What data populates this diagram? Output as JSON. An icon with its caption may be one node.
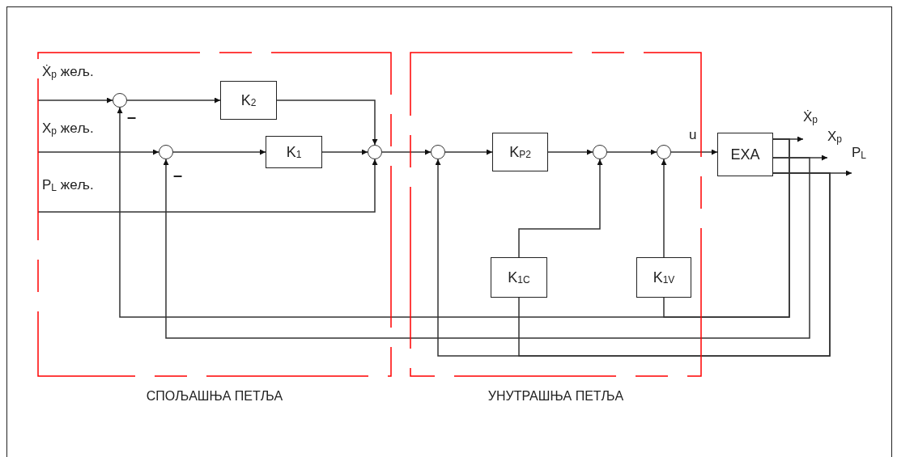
{
  "diagram": {
    "nodes": [
      {
        "text": [
          "СПОЉАШЊА ПЕТЉА"
        ]
      },
      {
        "text": [
          "УНУТРАШЊА ПЕТЉА"
        ]
      },
      {
        "text": [],
        "shape": "circle",
        "in": 0
      },
      {
        "text": [
          "K$_{2}$"
        ],
        "in": 0
      },
      {
        "text": [],
        "shape": "circle",
        "in": 0
      },
      {
        "text": [
          "K$_{1}$"
        ],
        "in": 0
      },
      {
        "text": [],
        "shape": "circle",
        "in": 0
      },
      {
        "text": [],
        "shape": "circle",
        "in": 1
      },
      {
        "text": [
          "K$_{P2}$"
        ],
        "in": 1
      },
      {
        "text": [],
        "shape": "circle",
        "in": 1
      },
      {
        "text": [],
        "shape": "circle",
        "in": 1
      },
      {
        "text": [
          "K$_{1C}$"
        ],
        "in": 1
      },
      {
        "text": [
          "K$_{1V}$"
        ],
        "in": 1
      },
      {
        "text": [
          "EXA"
        ]
      },
      {
        "text": [
          "Ẋ$_{p}$"
        ]
      },
      {
        "text": [
          "X$_{p}$"
        ]
      },
      {
        "text": [
          "P$_{L}$"
        ]
      }
    ],
    "edges": [
      {
        "from": null,
        "to": 2,
        "arrow": "to"
      },
      {
        "from": 2,
        "to": 3,
        "arrow": "to"
      },
      {
        "from": null,
        "to": 4,
        "arrow": "to"
      },
      {
        "from": 4,
        "to": 5,
        "arrow": "to"
      },
      {
        "from": 3,
        "to": 6,
        "arrow": "to"
      },
      {
        "from": 5,
        "to": 6,
        "arrow": "to"
      },
      {
        "from": null,
        "to": 6,
        "arrow": "to"
      },
      {
        "from": 6,
        "to": 7,
        "arrow": "to"
      },
      {
        "from": 7,
        "to": 8,
        "arrow": "to"
      },
      {
        "from": 8,
        "to": 9,
        "arrow": "to"
      },
      {
        "from": 9,
        "to": 10,
        "arrow": "to"
      },
      {
        "from": 10,
        "to": 13,
        "arrow": "to"
      },
      {
        "from": 13,
        "to": 14,
        "arrow": "to"
      },
      {
        "from": 13,
        "to": 15,
        "arrow": "to"
      },
      {
        "from": 13,
        "to": 16,
        "arrow": "to"
      },
      {
        "from": 13,
        "to": 2,
        "arrow": "to"
      },
      {
        "from": 13,
        "to": 12,
        "arrow": "none"
      },
      {
        "from": 12,
        "to": 10,
        "arrow": "to"
      },
      {
        "from": 13,
        "to": 4,
        "arrow": "to"
      },
      {
        "from": 13,
        "to": 7,
        "arrow": "to"
      },
      {
        "from": 13,
        "to": 11,
        "arrow": "none"
      },
      {
        "from": 11,
        "to": 9,
        "arrow": "to"
      }
    ],
    "labels": [
      "Ẋ$_{p}$ жељ.",
      "X$_{p}$ жељ.",
      "P$_{L}$ жељ.",
      "–",
      "–",
      "u"
    ]
  }
}
